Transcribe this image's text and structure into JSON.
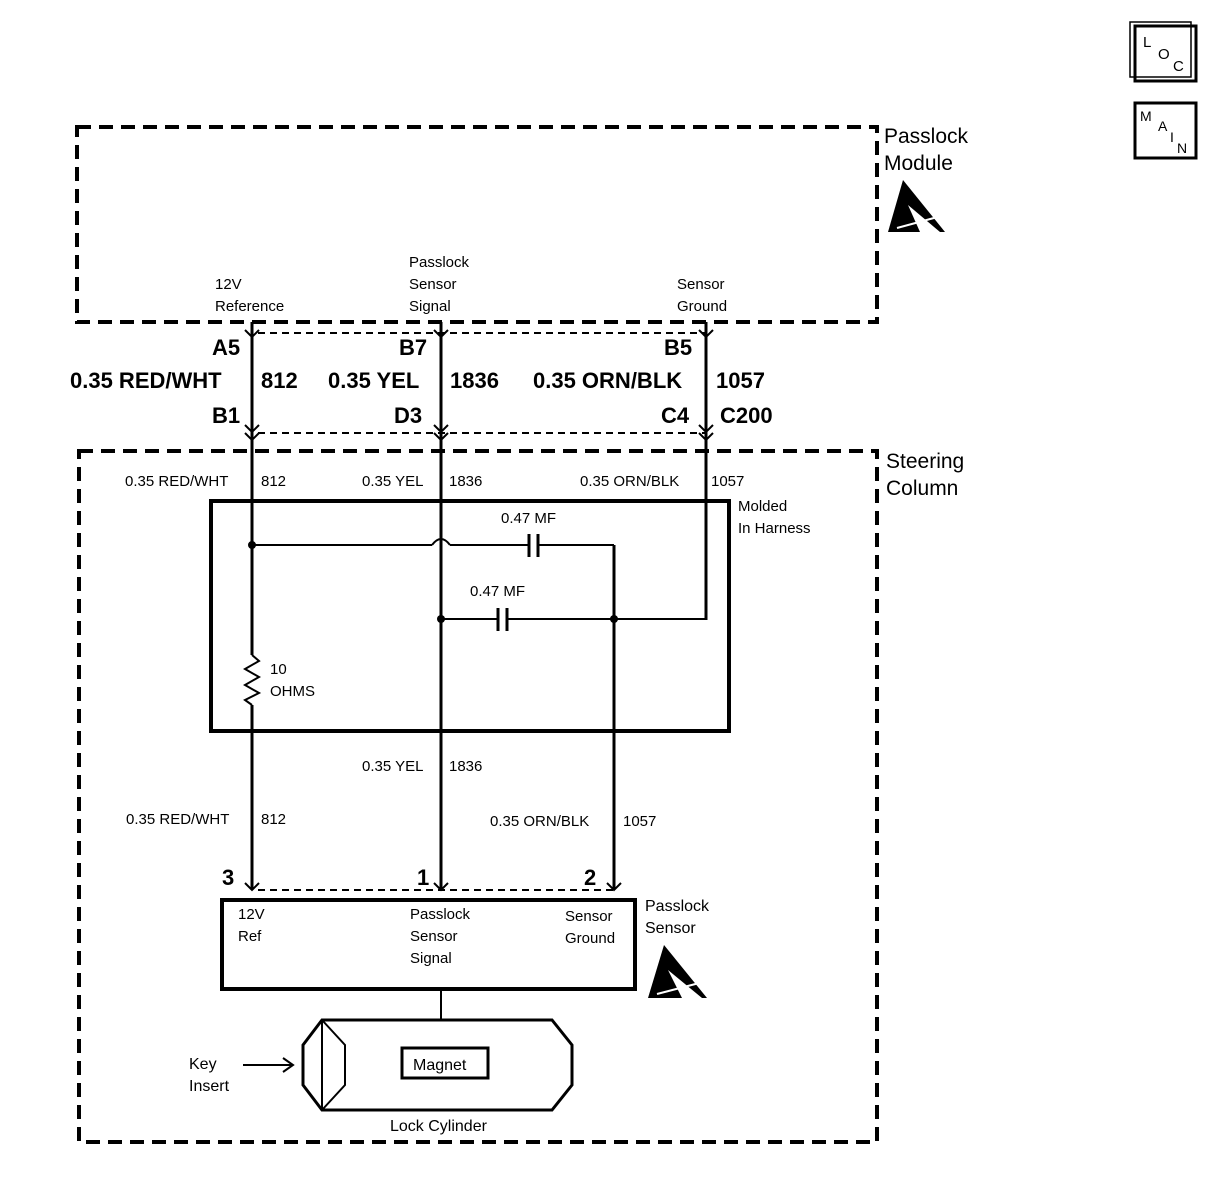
{
  "nav": {
    "loc_label": [
      "L",
      "O",
      "C"
    ],
    "main_label": [
      "M",
      "A",
      "I",
      "N"
    ]
  },
  "passlock_module": {
    "label_line1": "Passlock",
    "label_line2": "Module"
  },
  "module_pins": [
    {
      "name_line1": "12V",
      "name_line2": "Reference",
      "cavity": "A5",
      "wire": "0.35 RED/WHT",
      "circuit": "812",
      "connector_cavity": "B1"
    },
    {
      "name_line1": "Passlock",
      "name_line2": "Sensor",
      "name_line3": "Signal",
      "cavity": "B7",
      "wire": "0.35 YEL",
      "circuit": "1836",
      "connector_cavity": "D3"
    },
    {
      "name_line1": "Sensor",
      "name_line2": "Ground",
      "cavity": "B5",
      "wire": "0.35 ORN/BLK",
      "circuit": "1057",
      "connector_cavity": "C4"
    }
  ],
  "connector": "C200",
  "steering_column": {
    "label_line1": "Steering",
    "label_line2": "Column"
  },
  "harness": {
    "label_line1": "Molded",
    "label_line2": "In Harness",
    "wires_top": [
      {
        "wire": "0.35 RED/WHT",
        "circuit": "812"
      },
      {
        "wire": "0.35 YEL",
        "circuit": "1836"
      },
      {
        "wire": "0.35 ORN/BLK",
        "circuit": "1057"
      }
    ],
    "capacitor1": "0.47 MF",
    "capacitor2": "0.47 MF",
    "resistor_line1": "10",
    "resistor_line2": "OHMS"
  },
  "lower_wires": [
    {
      "wire": "0.35 RED/WHT",
      "circuit": "812"
    },
    {
      "wire": "0.35 YEL",
      "circuit": "1836"
    },
    {
      "wire": "0.35 ORN/BLK",
      "circuit": "1057"
    }
  ],
  "sensor_pins": [
    "3",
    "1",
    "2"
  ],
  "passlock_sensor": {
    "label_line1": "Passlock",
    "label_line2": "Sensor",
    "pin_ref_line1": "12V",
    "pin_ref_line2": "Ref",
    "pin_signal_line1": "Passlock",
    "pin_signal_line2": "Sensor",
    "pin_signal_line3": "Signal",
    "pin_ground_line1": "Sensor",
    "pin_ground_line2": "Ground"
  },
  "lock_cylinder": {
    "magnet": "Magnet",
    "label": "Lock Cylinder",
    "key_line1": "Key",
    "key_line2": "Insert"
  }
}
